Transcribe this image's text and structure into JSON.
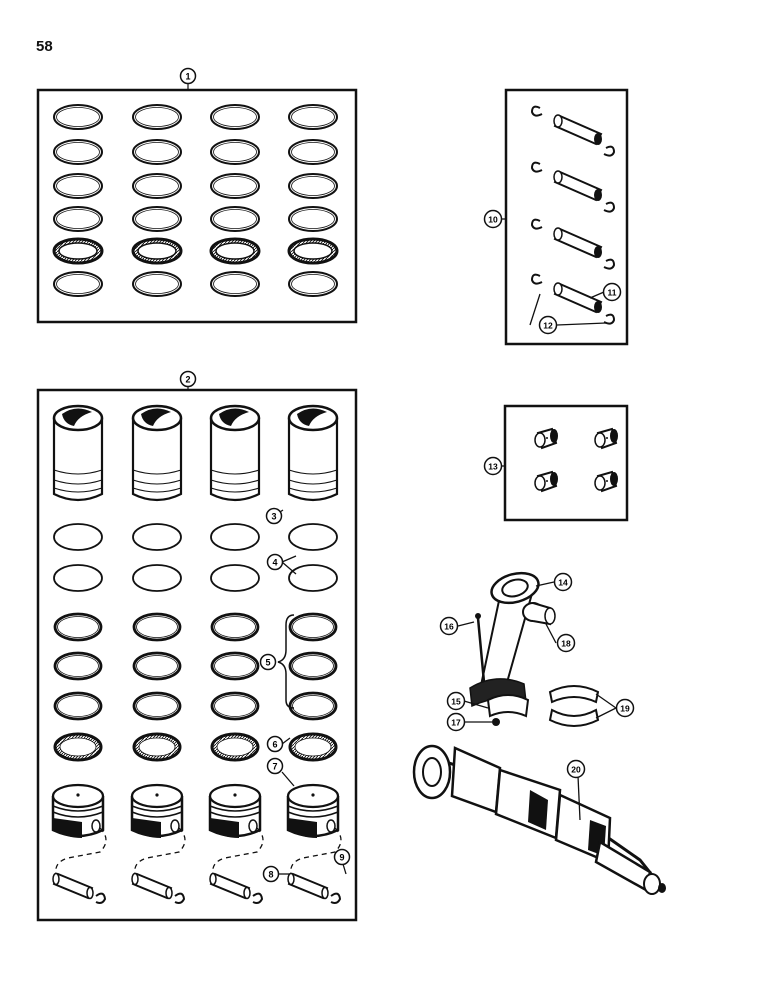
{
  "page_number": "58",
  "callouts": {
    "c1": "1",
    "c2": "2",
    "c3": "3",
    "c4": "4",
    "c5": "5",
    "c6": "6",
    "c7": "7",
    "c8": "8",
    "c9": "9",
    "c10": "10",
    "c11": "11",
    "c12": "12",
    "c13": "13",
    "c14": "14",
    "c15": "15",
    "c16": "16",
    "c17": "17",
    "c18": "18",
    "c19": "19",
    "c20": "20"
  },
  "colors": {
    "ink": "#111111",
    "paper": "#ffffff"
  }
}
